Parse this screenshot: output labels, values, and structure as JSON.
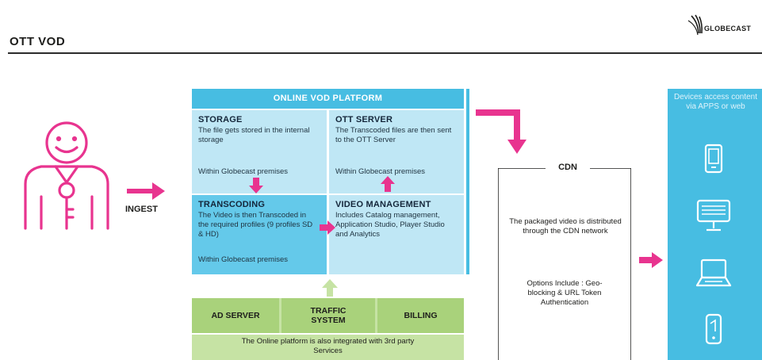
{
  "header": {
    "title": "OTT VOD",
    "logo_text": "GLOBECAST"
  },
  "ingest": {
    "label": "INGEST"
  },
  "platform": {
    "title": "ONLINE VOD PLATFORM",
    "storage": {
      "title": "STORAGE",
      "text": "The file gets stored in the internal storage",
      "note": "Within Globecast premises"
    },
    "ott_server": {
      "title": "OTT SERVER",
      "text": "The Transcoded files are then sent to the OTT Server",
      "note": "Within Globecast premises"
    },
    "transcoding": {
      "title": "TRANSCODING",
      "text": "The Video is then Transcoded in the required profiles (9 profiles SD & HD)",
      "note": "Within Globecast premises"
    },
    "video_management": {
      "title": "VIDEO MANAGEMENT",
      "text": "Includes Catalog management, Application Studio, Player Studio and Analytics"
    }
  },
  "services": {
    "ad_server": "AD SERVER",
    "traffic_system": "TRAFFIC SYSTEM",
    "billing": "BILLING",
    "note": "The Online platform is also integrated with 3rd party Services"
  },
  "cdn": {
    "label": "CDN",
    "text": "The packaged video is distributed through the CDN network",
    "options": "Options Include : Geo-blocking & URL Token Authentication"
  },
  "devices": {
    "text": "Devices access content via APPS or web",
    "icons": [
      "tablet-icon",
      "desktop-icon",
      "laptop-icon",
      "smartphone-icon"
    ]
  },
  "colors": {
    "accent": "#e8348f",
    "platform_blue": "#47bde2",
    "light_blue": "#bfe7f5",
    "mid_blue": "#64c9ea",
    "services_green": "#a9d27b",
    "light_green": "#c6e3a4",
    "arrow_green": "#c6e3a4"
  }
}
